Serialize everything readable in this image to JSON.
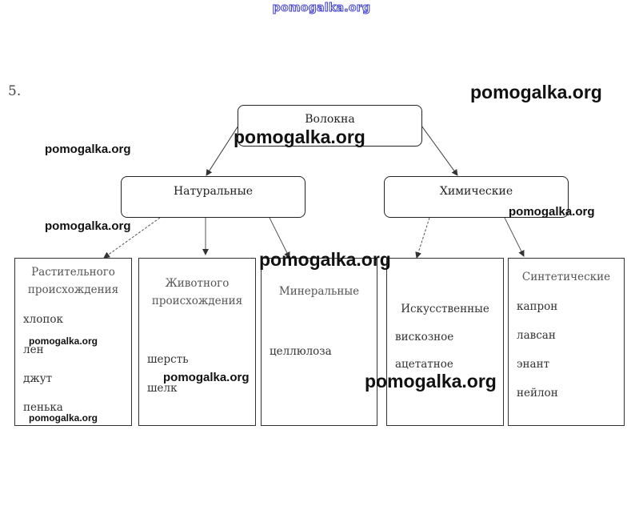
{
  "header_watermark": "pomogalka.org",
  "task_number": "5.",
  "diagram": {
    "root": "Волокна",
    "branches": [
      {
        "label": "Натуральные",
        "children": [
          {
            "title_lines": [
              "Растительного",
              "происхождения"
            ],
            "items": [
              "хлопок",
              "лен",
              "джут",
              "пенька"
            ]
          },
          {
            "title_lines": [
              "Животного",
              "происхождения"
            ],
            "items": [
              "шерсть",
              "шелк"
            ]
          },
          {
            "title_lines": [
              "Минеральные"
            ],
            "items": [
              "целлюлоза"
            ]
          }
        ]
      },
      {
        "label": "Химические",
        "children": [
          {
            "title_lines": [
              "Искусственные"
            ],
            "items": [
              "вискозное",
              "ацетатное"
            ]
          },
          {
            "title_lines": [
              "Синтетические"
            ],
            "items": [
              "капрон",
              "лавсан",
              "энант",
              "нейлон"
            ]
          }
        ]
      }
    ]
  },
  "watermarks": [
    "pomogalka.org",
    "pomogalka.org",
    "pomogalka.org",
    "pomogalka.org",
    "pomogalka.org",
    "pomogalka.org",
    "pomogalka.org",
    "pomogalka.org",
    "pomogalka.org",
    "pomogalka.org",
    "pomogalka.org"
  ]
}
